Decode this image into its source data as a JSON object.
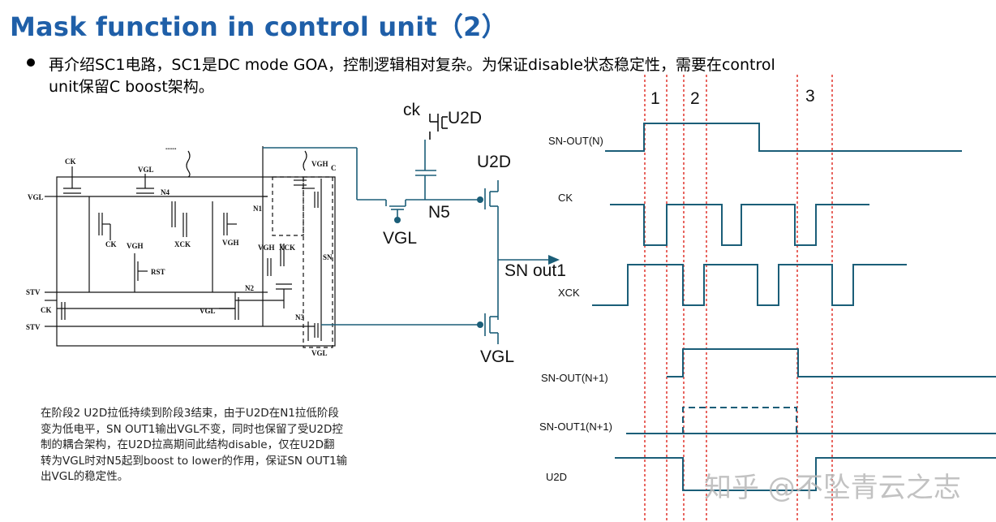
{
  "title": "Mask function in control unit（2）",
  "bullet": {
    "line1": "再介绍SC1电路，SC1是DC mode GOA，控制逻辑相对复杂。为保证disable状态稳定性，需要在control",
    "line2": "unit保留C boost架构。"
  },
  "circuit_labels": {
    "ck_top": "CK",
    "vgl_top": "VGL",
    "n4": "N4",
    "vgl_left": "VGL",
    "ck_a": "CK",
    "xck_a": "XCK",
    "vgh_a": "VGH",
    "vgh_b": "VGH",
    "rst": "RST",
    "n1": "N1",
    "vgh_c": "VGH",
    "c": "C",
    "vgh_d": "VGH",
    "xck_b": "XCK",
    "sn": "SN",
    "n2": "N2",
    "vgl_mid": "VGL",
    "n3": "N3",
    "vgl_bottom": "VGL",
    "stv1": "STV",
    "ck_b": "CK",
    "stv2": "STV",
    "dots": "......"
  },
  "unit_labels": {
    "ck": "ck",
    "u2d_small": "U2D",
    "u2d_gate": "U2D",
    "n5": "N5",
    "vgl_left": "VGL",
    "sn_out1": "SN out1",
    "vgl_bottom": "VGL"
  },
  "waveforms": {
    "phases": [
      "1",
      "2",
      "3"
    ],
    "signals": [
      "SN-OUT(N)",
      "CK",
      "XCK",
      "SN-OUT(N+1)",
      "SN-OUT1(N+1)",
      "U2D"
    ]
  },
  "description": [
    "在阶段2 U2D拉低持续到阶段3结束，由于U2D在N1拉低阶段",
    "变为低电平，SN OUT1输出VGL不变，同时也保留了受U2D控",
    "制的耦合架构，在U2D拉高期间此结构disable，仅在U2D翻",
    "转为VGL时对N5起到boost to lower的作用，保证SN OUT1输",
    "出VGL的稳定性。"
  ],
  "watermark": "知乎 @不坠青云之志",
  "colors": {
    "title": "#1f5fa8",
    "wave": "#1b5e78",
    "dashed_marker": "#e0342b",
    "wire": "#1b5e78"
  }
}
